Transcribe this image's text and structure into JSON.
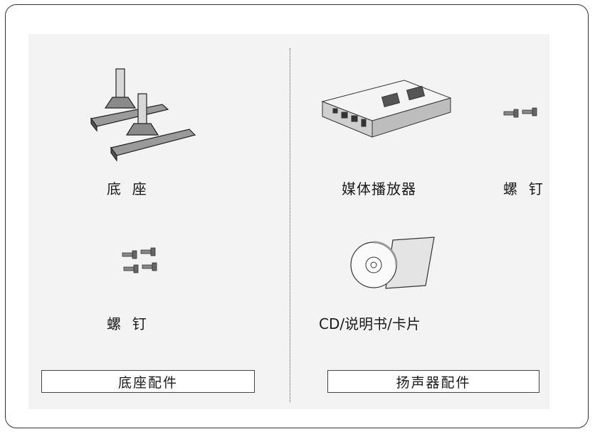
{
  "left": {
    "stand_label": "底  座",
    "screws_label": "螺  钉",
    "group_label": "底座配件",
    "stand_icon": "desk-stand-icon",
    "screws_icon": "screws-icon"
  },
  "right": {
    "player_label": "媒体播放器",
    "screws_label": "螺  钉",
    "cd_label": "CD/说明书/卡片",
    "group_label": "扬声器配件",
    "player_icon": "media-player-icon",
    "screws_icon": "screws-icon",
    "cd_icon": "cd-manual-icon"
  }
}
